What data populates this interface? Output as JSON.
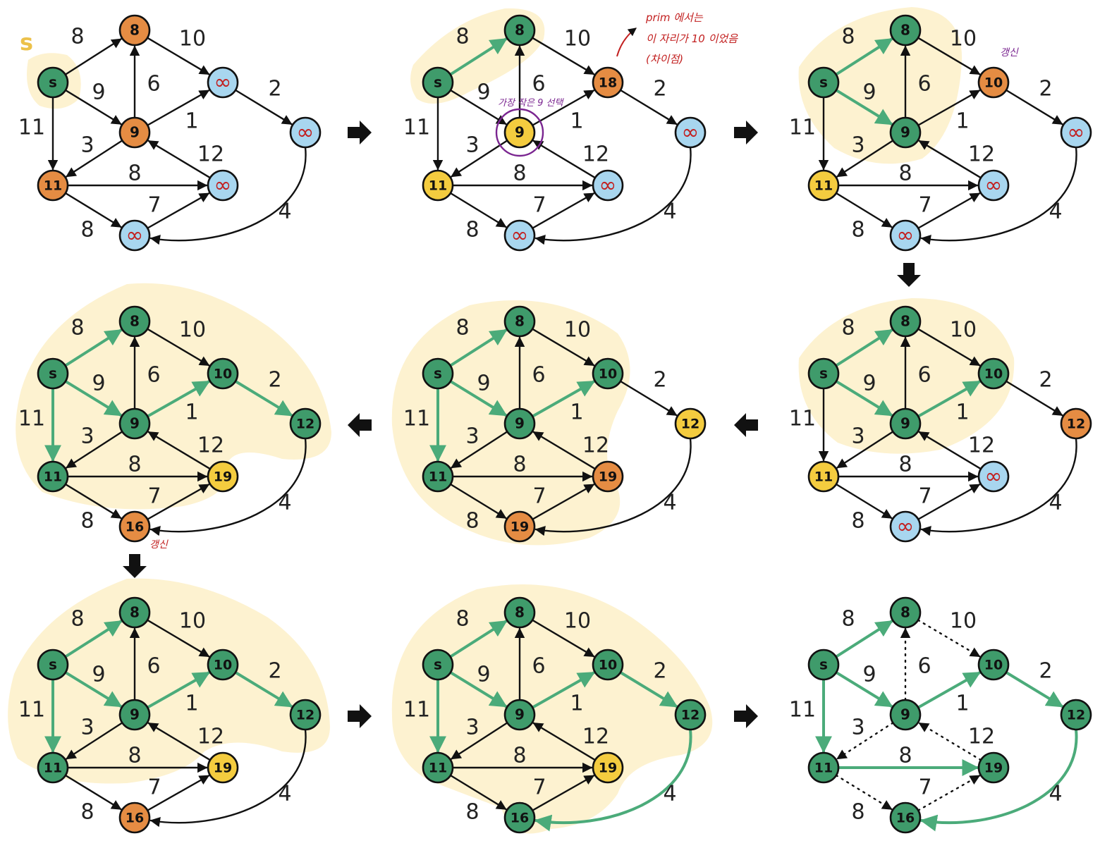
{
  "start_label": "s",
  "nodes": [
    {
      "id": "s",
      "label": "s"
    },
    {
      "id": "a",
      "label": "8"
    },
    {
      "id": "c",
      "label": "9"
    },
    {
      "id": "b",
      "label": "∞"
    },
    {
      "id": "d",
      "label": "∞"
    },
    {
      "id": "e",
      "label": "11"
    },
    {
      "id": "f",
      "label": "∞"
    },
    {
      "id": "g",
      "label": "∞"
    }
  ],
  "edges": [
    {
      "from": "s",
      "to": "a",
      "weight": "8"
    },
    {
      "from": "s",
      "to": "c",
      "weight": "9"
    },
    {
      "from": "s",
      "to": "e",
      "weight": "11"
    },
    {
      "from": "c",
      "to": "a",
      "weight": "6"
    },
    {
      "from": "a",
      "to": "b",
      "weight": "10"
    },
    {
      "from": "c",
      "to": "b",
      "weight": "1"
    },
    {
      "from": "b",
      "to": "d",
      "weight": "2"
    },
    {
      "from": "c",
      "to": "e",
      "weight": "3"
    },
    {
      "from": "f",
      "to": "c",
      "weight": "12"
    },
    {
      "from": "e",
      "to": "f",
      "weight": "8"
    },
    {
      "from": "e",
      "to": "g",
      "weight": "8"
    },
    {
      "from": "g",
      "to": "f",
      "weight": "7"
    },
    {
      "from": "d",
      "to": "g",
      "weight": "4"
    }
  ],
  "panels": [
    {
      "id": "p1",
      "nodes": {
        "s": [
          "s",
          "green"
        ],
        "a": [
          "8",
          "orange"
        ],
        "c": [
          "9",
          "orange"
        ],
        "b": [
          "∞",
          "blue"
        ],
        "d": [
          "∞",
          "blue"
        ],
        "e": [
          "11",
          "orange"
        ],
        "f": [
          "∞",
          "blue"
        ],
        "g": [
          "∞",
          "blue"
        ]
      },
      "green_edges": [],
      "dotted_edges": []
    },
    {
      "id": "p2",
      "nodes": {
        "s": [
          "s",
          "green"
        ],
        "a": [
          "8",
          "green"
        ],
        "c": [
          "9",
          "yellow"
        ],
        "b": [
          "18",
          "orange"
        ],
        "d": [
          "∞",
          "blue"
        ],
        "e": [
          "11",
          "yellow"
        ],
        "f": [
          "∞",
          "blue"
        ],
        "g": [
          "∞",
          "blue"
        ]
      },
      "green_edges": [
        "s-a"
      ],
      "dotted_edges": []
    },
    {
      "id": "p3",
      "nodes": {
        "s": [
          "s",
          "green"
        ],
        "a": [
          "8",
          "green"
        ],
        "c": [
          "9",
          "green"
        ],
        "b": [
          "10",
          "orange"
        ],
        "d": [
          "∞",
          "blue"
        ],
        "e": [
          "11",
          "yellow"
        ],
        "f": [
          "∞",
          "blue"
        ],
        "g": [
          "∞",
          "blue"
        ]
      },
      "green_edges": [
        "s-a",
        "s-c"
      ],
      "dotted_edges": []
    },
    {
      "id": "p4",
      "nodes": {
        "s": [
          "s",
          "green"
        ],
        "a": [
          "8",
          "green"
        ],
        "c": [
          "9",
          "green"
        ],
        "b": [
          "10",
          "green"
        ],
        "d": [
          "12",
          "orange"
        ],
        "e": [
          "11",
          "yellow"
        ],
        "f": [
          "∞",
          "blue"
        ],
        "g": [
          "∞",
          "blue"
        ]
      },
      "green_edges": [
        "s-a",
        "s-c",
        "c-b"
      ],
      "dotted_edges": []
    },
    {
      "id": "p5",
      "nodes": {
        "s": [
          "s",
          "green"
        ],
        "a": [
          "8",
          "green"
        ],
        "c": [
          "9",
          "green"
        ],
        "b": [
          "10",
          "green"
        ],
        "d": [
          "12",
          "yellow"
        ],
        "e": [
          "11",
          "green"
        ],
        "f": [
          "19",
          "orange"
        ],
        "g": [
          "19",
          "orange"
        ]
      },
      "green_edges": [
        "s-a",
        "s-c",
        "c-b",
        "s-e"
      ],
      "dotted_edges": []
    },
    {
      "id": "p6",
      "nodes": {
        "s": [
          "s",
          "green"
        ],
        "a": [
          "8",
          "green"
        ],
        "c": [
          "9",
          "green"
        ],
        "b": [
          "10",
          "green"
        ],
        "d": [
          "12",
          "green"
        ],
        "e": [
          "11",
          "green"
        ],
        "f": [
          "19",
          "yellow"
        ],
        "g": [
          "16",
          "orange"
        ]
      },
      "green_edges": [
        "s-a",
        "s-c",
        "c-b",
        "s-e",
        "b-d"
      ],
      "dotted_edges": []
    },
    {
      "id": "p7",
      "nodes": {
        "s": [
          "s",
          "green"
        ],
        "a": [
          "8",
          "green"
        ],
        "c": [
          "9",
          "green"
        ],
        "b": [
          "10",
          "green"
        ],
        "d": [
          "12",
          "green"
        ],
        "e": [
          "11",
          "green"
        ],
        "f": [
          "19",
          "yellow"
        ],
        "g": [
          "16",
          "orange"
        ]
      },
      "green_edges": [
        "s-a",
        "s-c",
        "c-b",
        "s-e",
        "b-d"
      ],
      "dotted_edges": []
    },
    {
      "id": "p8",
      "nodes": {
        "s": [
          "s",
          "green"
        ],
        "a": [
          "8",
          "green"
        ],
        "c": [
          "9",
          "green"
        ],
        "b": [
          "10",
          "green"
        ],
        "d": [
          "12",
          "green"
        ],
        "e": [
          "11",
          "green"
        ],
        "f": [
          "19",
          "yellow"
        ],
        "g": [
          "16",
          "green"
        ]
      },
      "green_edges": [
        "s-a",
        "s-c",
        "c-b",
        "s-e",
        "b-d",
        "d-g"
      ],
      "dotted_edges": []
    },
    {
      "id": "p9",
      "nodes": {
        "s": [
          "s",
          "green"
        ],
        "a": [
          "8",
          "green"
        ],
        "c": [
          "9",
          "green"
        ],
        "b": [
          "10",
          "green"
        ],
        "d": [
          "12",
          "green"
        ],
        "e": [
          "11",
          "green"
        ],
        "f": [
          "19",
          "green"
        ],
        "g": [
          "16",
          "green"
        ]
      },
      "green_edges": [
        "s-a",
        "s-c",
        "c-b",
        "s-e",
        "b-d",
        "d-g",
        "e-f"
      ],
      "dotted_edges": [
        "c-a",
        "a-b",
        "c-e",
        "f-c",
        "e-g",
        "g-f"
      ]
    }
  ],
  "annotations": {
    "prim_note": [
      "prim 에서는",
      "이 자리가 10 이었음",
      "(차이점)"
    ],
    "smallest_pick": "가장 작은 9 선택",
    "updated": "갱신"
  },
  "colors": {
    "green": "#3f9b6b",
    "orange": "#e58c43",
    "yellow": "#f4cc3f",
    "blue": "#a8d6ef",
    "highlight": "#fdf2d0",
    "green_edge": "#4bab7a",
    "annotation_red": "#c22020",
    "annotation_purple": "#7a2590",
    "start_label": "#ecc14a"
  }
}
